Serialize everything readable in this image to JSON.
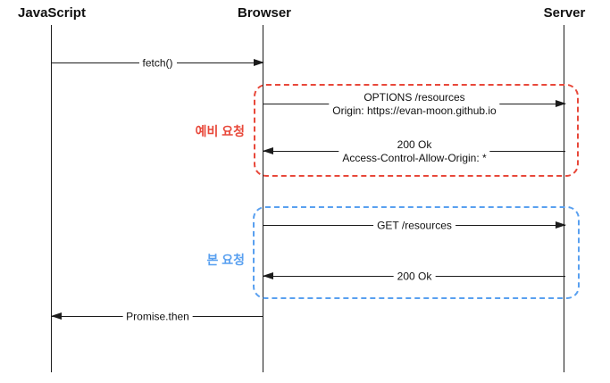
{
  "diagram": {
    "type": "sequence",
    "colors": {
      "preflight_group": "#e8483a",
      "main_group": "#59a0f0",
      "line": "#1c1c1c",
      "background": "#ffffff"
    }
  },
  "actors": [
    {
      "name": "JavaScript"
    },
    {
      "name": "Browser"
    },
    {
      "name": "Server"
    }
  ],
  "groups": [
    {
      "label": "예비 요청",
      "color": "#e8483a"
    },
    {
      "label": "본 요청",
      "color": "#59a0f0"
    }
  ],
  "messages": [
    {
      "from": "JavaScript",
      "to": "Browser",
      "label": "fetch()"
    },
    {
      "from": "Browser",
      "to": "Server",
      "lines": [
        "OPTIONS /resources",
        "Origin: https://evan-moon.github.io"
      ]
    },
    {
      "from": "Server",
      "to": "Browser",
      "lines": [
        "200 Ok",
        "Access-Control-Allow-Origin: *"
      ]
    },
    {
      "from": "Browser",
      "to": "Server",
      "label": "GET /resources"
    },
    {
      "from": "Server",
      "to": "Browser",
      "label": "200 Ok"
    },
    {
      "from": "Browser",
      "to": "JavaScript",
      "label": "Promise.then"
    }
  ]
}
